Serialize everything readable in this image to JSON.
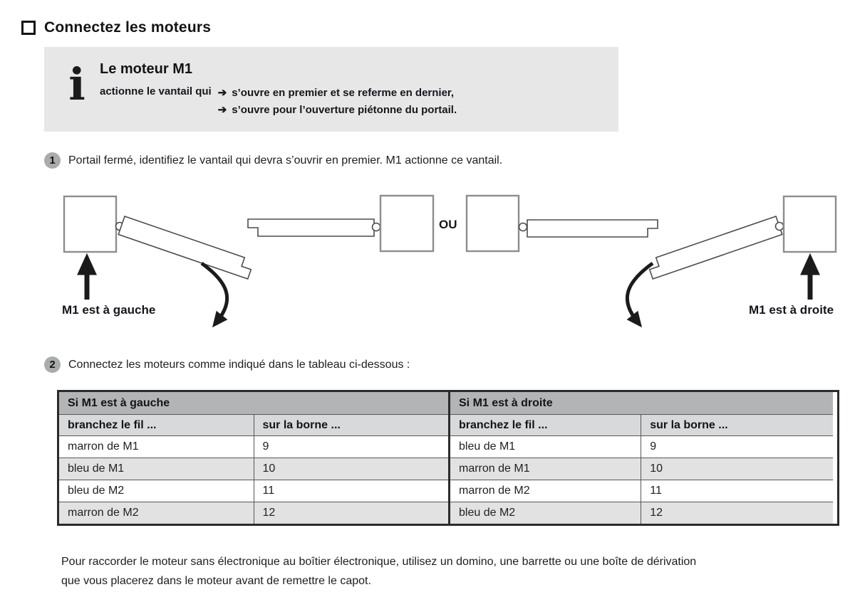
{
  "page": {
    "title": "Connectez les moteurs",
    "footer_line1": "Pour raccorder le moteur sans électronique au boîtier électronique, utilisez un domino, une barrette ou une boîte de dérivation",
    "footer_line2": "que vous placerez dans le moteur avant de remettre le capot."
  },
  "info_box": {
    "icon_glyph": "i",
    "title": "Le moteur M1",
    "lead": "actionne le vantail qui",
    "arrow_glyph": "➔",
    "points": [
      "s’ouvre en premier et se referme en dernier,",
      "s’ouvre pour l’ouverture piétonne du portail."
    ]
  },
  "steps": [
    {
      "num": "1",
      "text": "Portail fermé, identifiez le vantail qui devra s’ouvrir en premier. M1 actionne ce vantail."
    },
    {
      "num": "2",
      "text": "Connectez les moteurs comme indiqué dans le tableau ci-dessous :"
    }
  ],
  "diagram": {
    "or_label": "OU",
    "left_label": "M1 est à gauche",
    "right_label": "M1 est à droite"
  },
  "tables": [
    {
      "title": "Si M1 est à gauche",
      "col1": "branchez le fil ...",
      "col2": "sur la borne ...",
      "rows": [
        [
          "marron de M1",
          "9"
        ],
        [
          "bleu de M1",
          "10"
        ],
        [
          "bleu de M2",
          "11"
        ],
        [
          "marron de M2",
          "12"
        ]
      ]
    },
    {
      "title": "Si M1 est à droite",
      "col1": "branchez le fil ...",
      "col2": "sur la borne ...",
      "rows": [
        [
          "bleu de M1",
          "9"
        ],
        [
          "marron de M1",
          "10"
        ],
        [
          "marron de M2",
          "11"
        ],
        [
          "bleu de M2",
          "12"
        ]
      ]
    }
  ]
}
